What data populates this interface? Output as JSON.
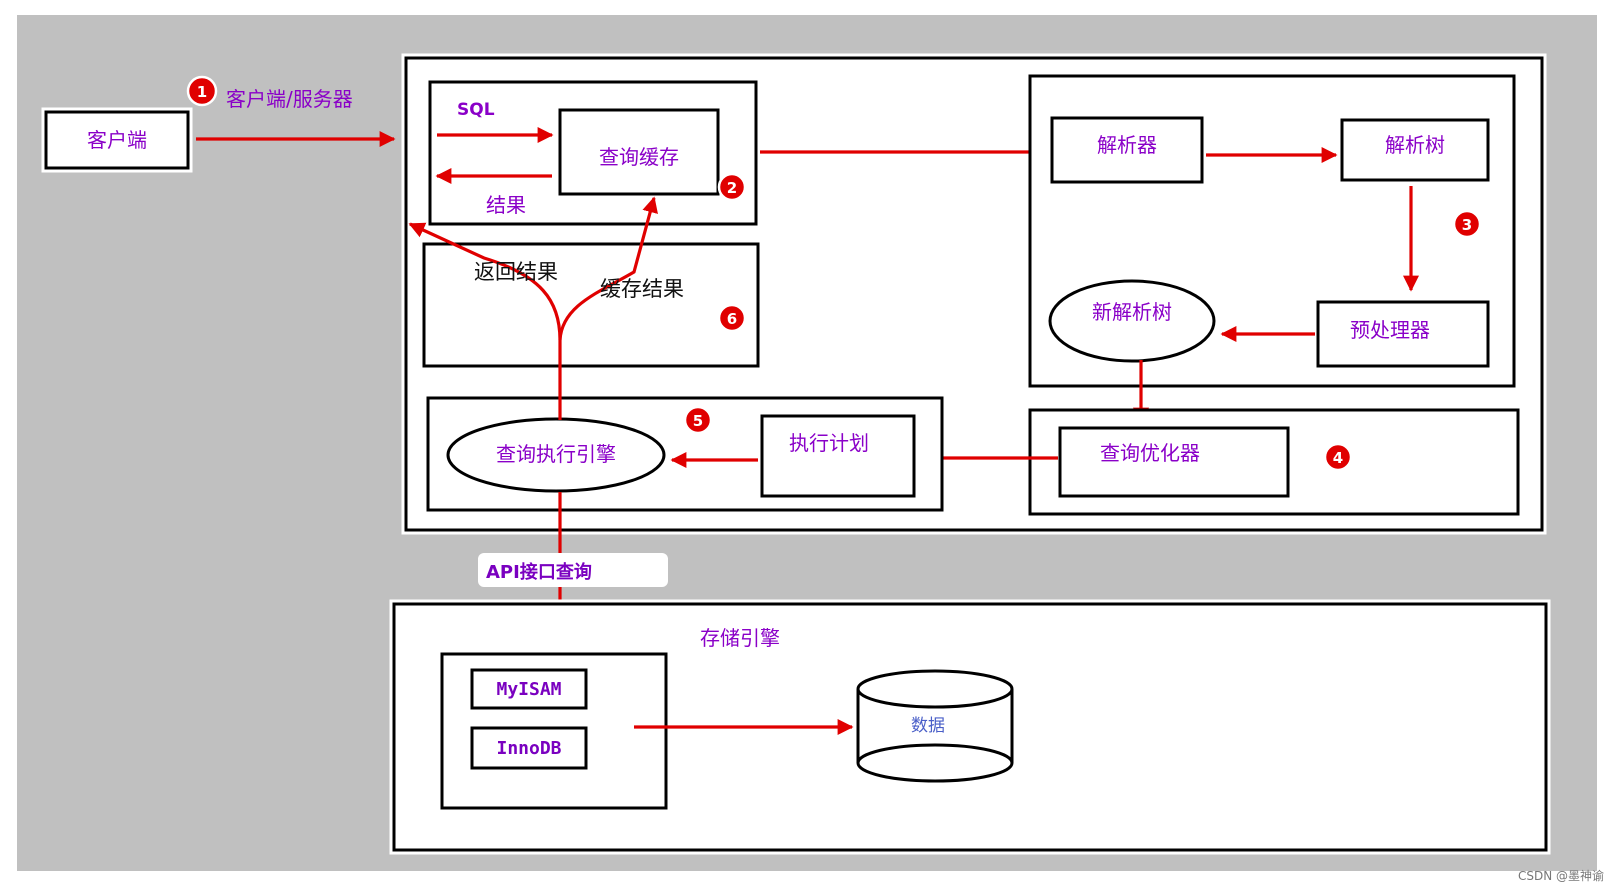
{
  "client": {
    "label": "客户端"
  },
  "badges": {
    "b1": "1",
    "b2": "2",
    "b3": "3",
    "b4": "4",
    "b5": "5",
    "b6": "6"
  },
  "step1": {
    "label": "客户端/服务器"
  },
  "cache_area": {
    "sql_label": "SQL",
    "query_cache": "查询缓存",
    "result_label": "结果"
  },
  "parse_area": {
    "parser": "解析器",
    "parse_tree": "解析树",
    "preprocessor": "预处理器",
    "new_parse_tree": "新解析树"
  },
  "result_area": {
    "return_result": "返回结果",
    "cache_result": "缓存结果"
  },
  "exec_area": {
    "engine": "查询执行引擎",
    "plan": "执行计划"
  },
  "optimizer_area": {
    "optimizer": "查询优化器"
  },
  "api": {
    "label": "API接口查询"
  },
  "storage": {
    "title": "存储引擎",
    "myisam": "MyISAM",
    "innodb": "InnoDB",
    "data": "数据"
  },
  "credit": "CSDN @墨神谕",
  "colors": {
    "arrow": "#e00000",
    "text": "#8a00c8",
    "background": "#c0c0c0"
  }
}
